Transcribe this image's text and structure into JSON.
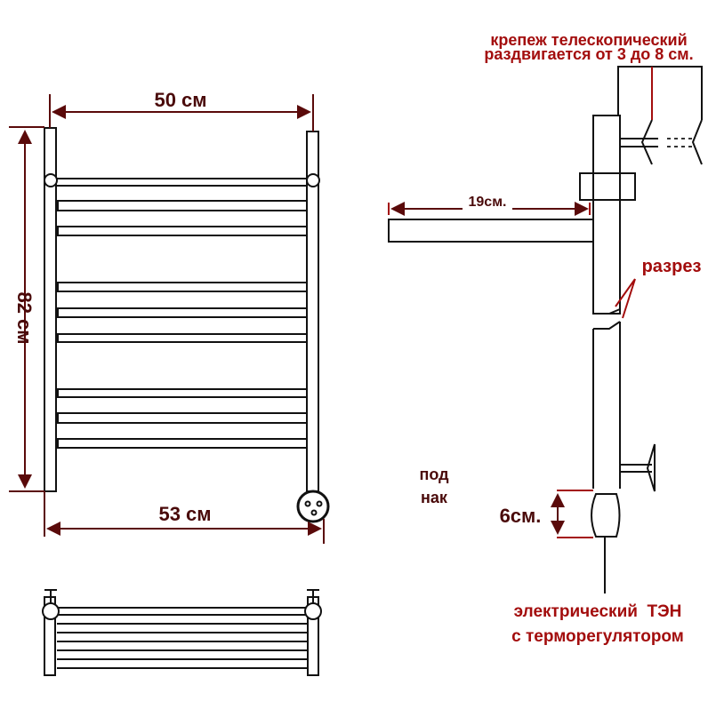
{
  "front_view": {
    "width_label": "50 см",
    "height_label": "82 см",
    "overall_width_label": "53 см"
  },
  "side_view": {
    "mount_title_line1": "крепеж телескопический",
    "mount_title_line2": "раздвигается от 3 до 8 см.",
    "depth_label": "19см.",
    "cut_label": "разрез",
    "note_line1": "под",
    "note_line2": "нак",
    "element_height_label": "6см.",
    "heater_line1": "электрический  ТЭН",
    "heater_line2": "с терморегулятором"
  },
  "colors": {
    "dimension": "#4a0a0a",
    "annotation": "#a30d0d",
    "outline": "#111111"
  }
}
